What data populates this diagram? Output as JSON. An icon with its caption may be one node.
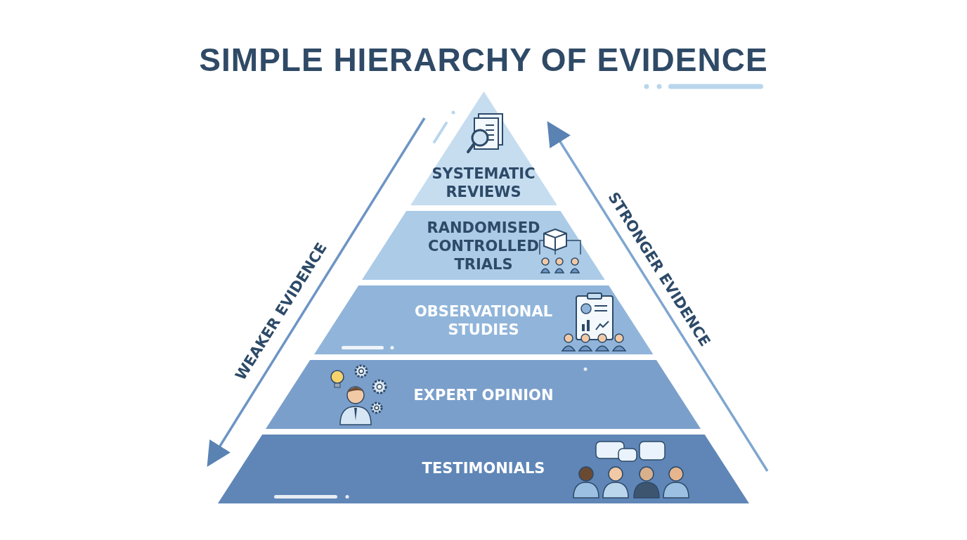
{
  "diagram": {
    "title": "SIMPLE HIERARCHY OF EVIDENCE",
    "nodes": [
      {
        "text": [
          "SYSTEMATIC REVIEWS"
        ]
      },
      {
        "text": [
          "RANDOMISED CONTROLLED TRIALS"
        ]
      },
      {
        "text": [
          "OBSERVATIONAL STUDIES"
        ]
      },
      {
        "text": [
          "EXPERT OPINION"
        ]
      },
      {
        "text": [
          "TESTIMONIALS"
        ]
      }
    ],
    "labels": [
      "WEAKER EVIDENCE",
      "STRONGER EVIDENCE"
    ]
  }
}
